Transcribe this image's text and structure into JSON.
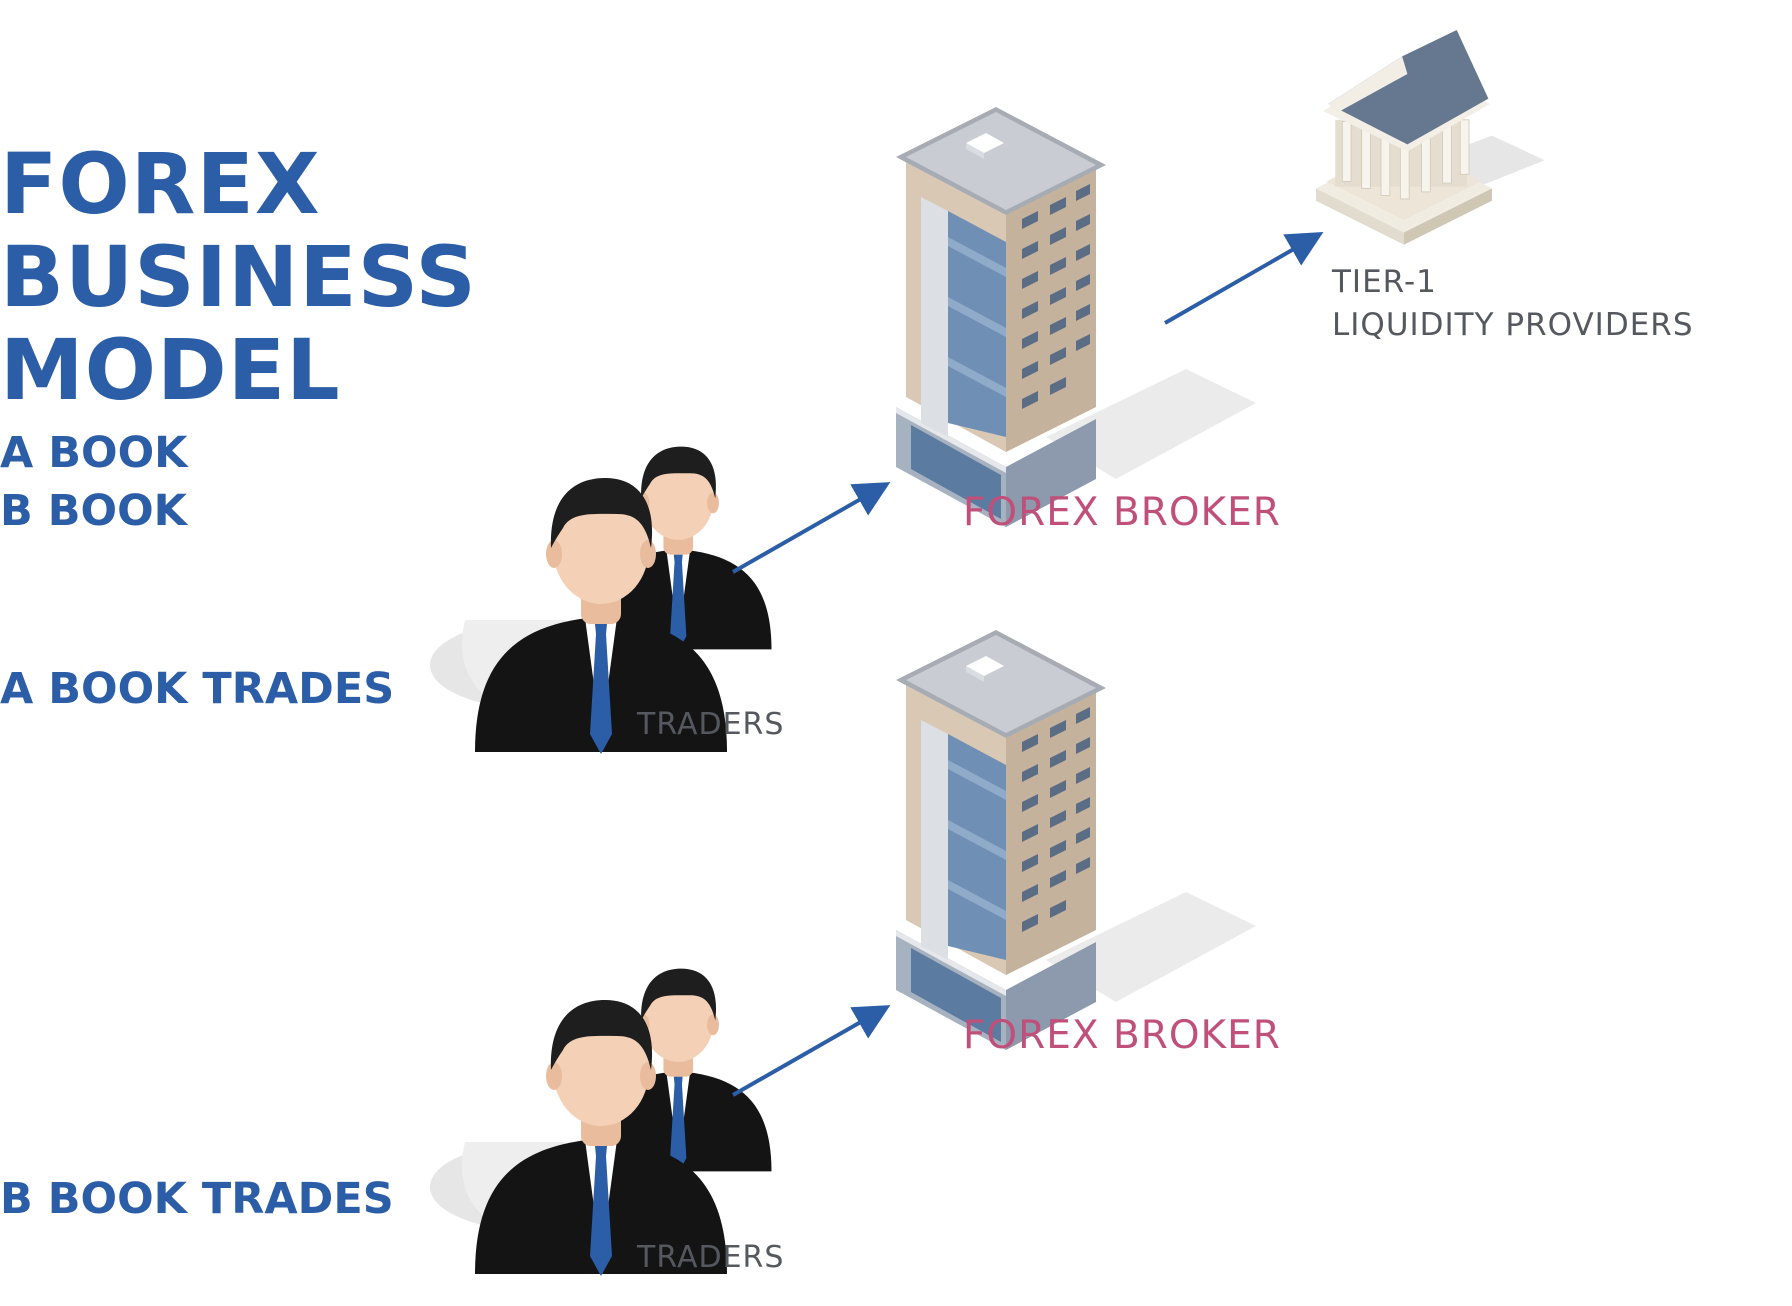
{
  "title": {
    "lines": [
      "FOREX",
      "BUSINESS",
      "MODEL"
    ]
  },
  "subtitle": {
    "lines": [
      "A BOOK",
      "B BOOK"
    ]
  },
  "sections": [
    {
      "label": "A BOOK TRADES",
      "traders_caption": "TRADERS",
      "broker_caption": "FOREX BROKER"
    },
    {
      "label": "B BOOK TRADES",
      "traders_caption": "TRADERS",
      "broker_caption": "FOREX BROKER"
    }
  ],
  "liquidity": {
    "lines": [
      "TIER-1",
      "LIQUIDITY PROVIDERS"
    ]
  },
  "colors": {
    "heading": "#2c5ea8",
    "arrow": "#2c5ea8",
    "broker_label": "#c0507a",
    "caption": "#55595f",
    "suit": "#141414",
    "tie": "#2c5ea8",
    "skin": "#f4d0b6",
    "hair": "#1e1e1e",
    "building_wall": "#d8c8b4",
    "building_glass": "#6f90b4",
    "bank_roof": "#66788f"
  },
  "icons": [
    "traders-icon",
    "office-building-icon",
    "bank-icon",
    "arrow-icon"
  ]
}
